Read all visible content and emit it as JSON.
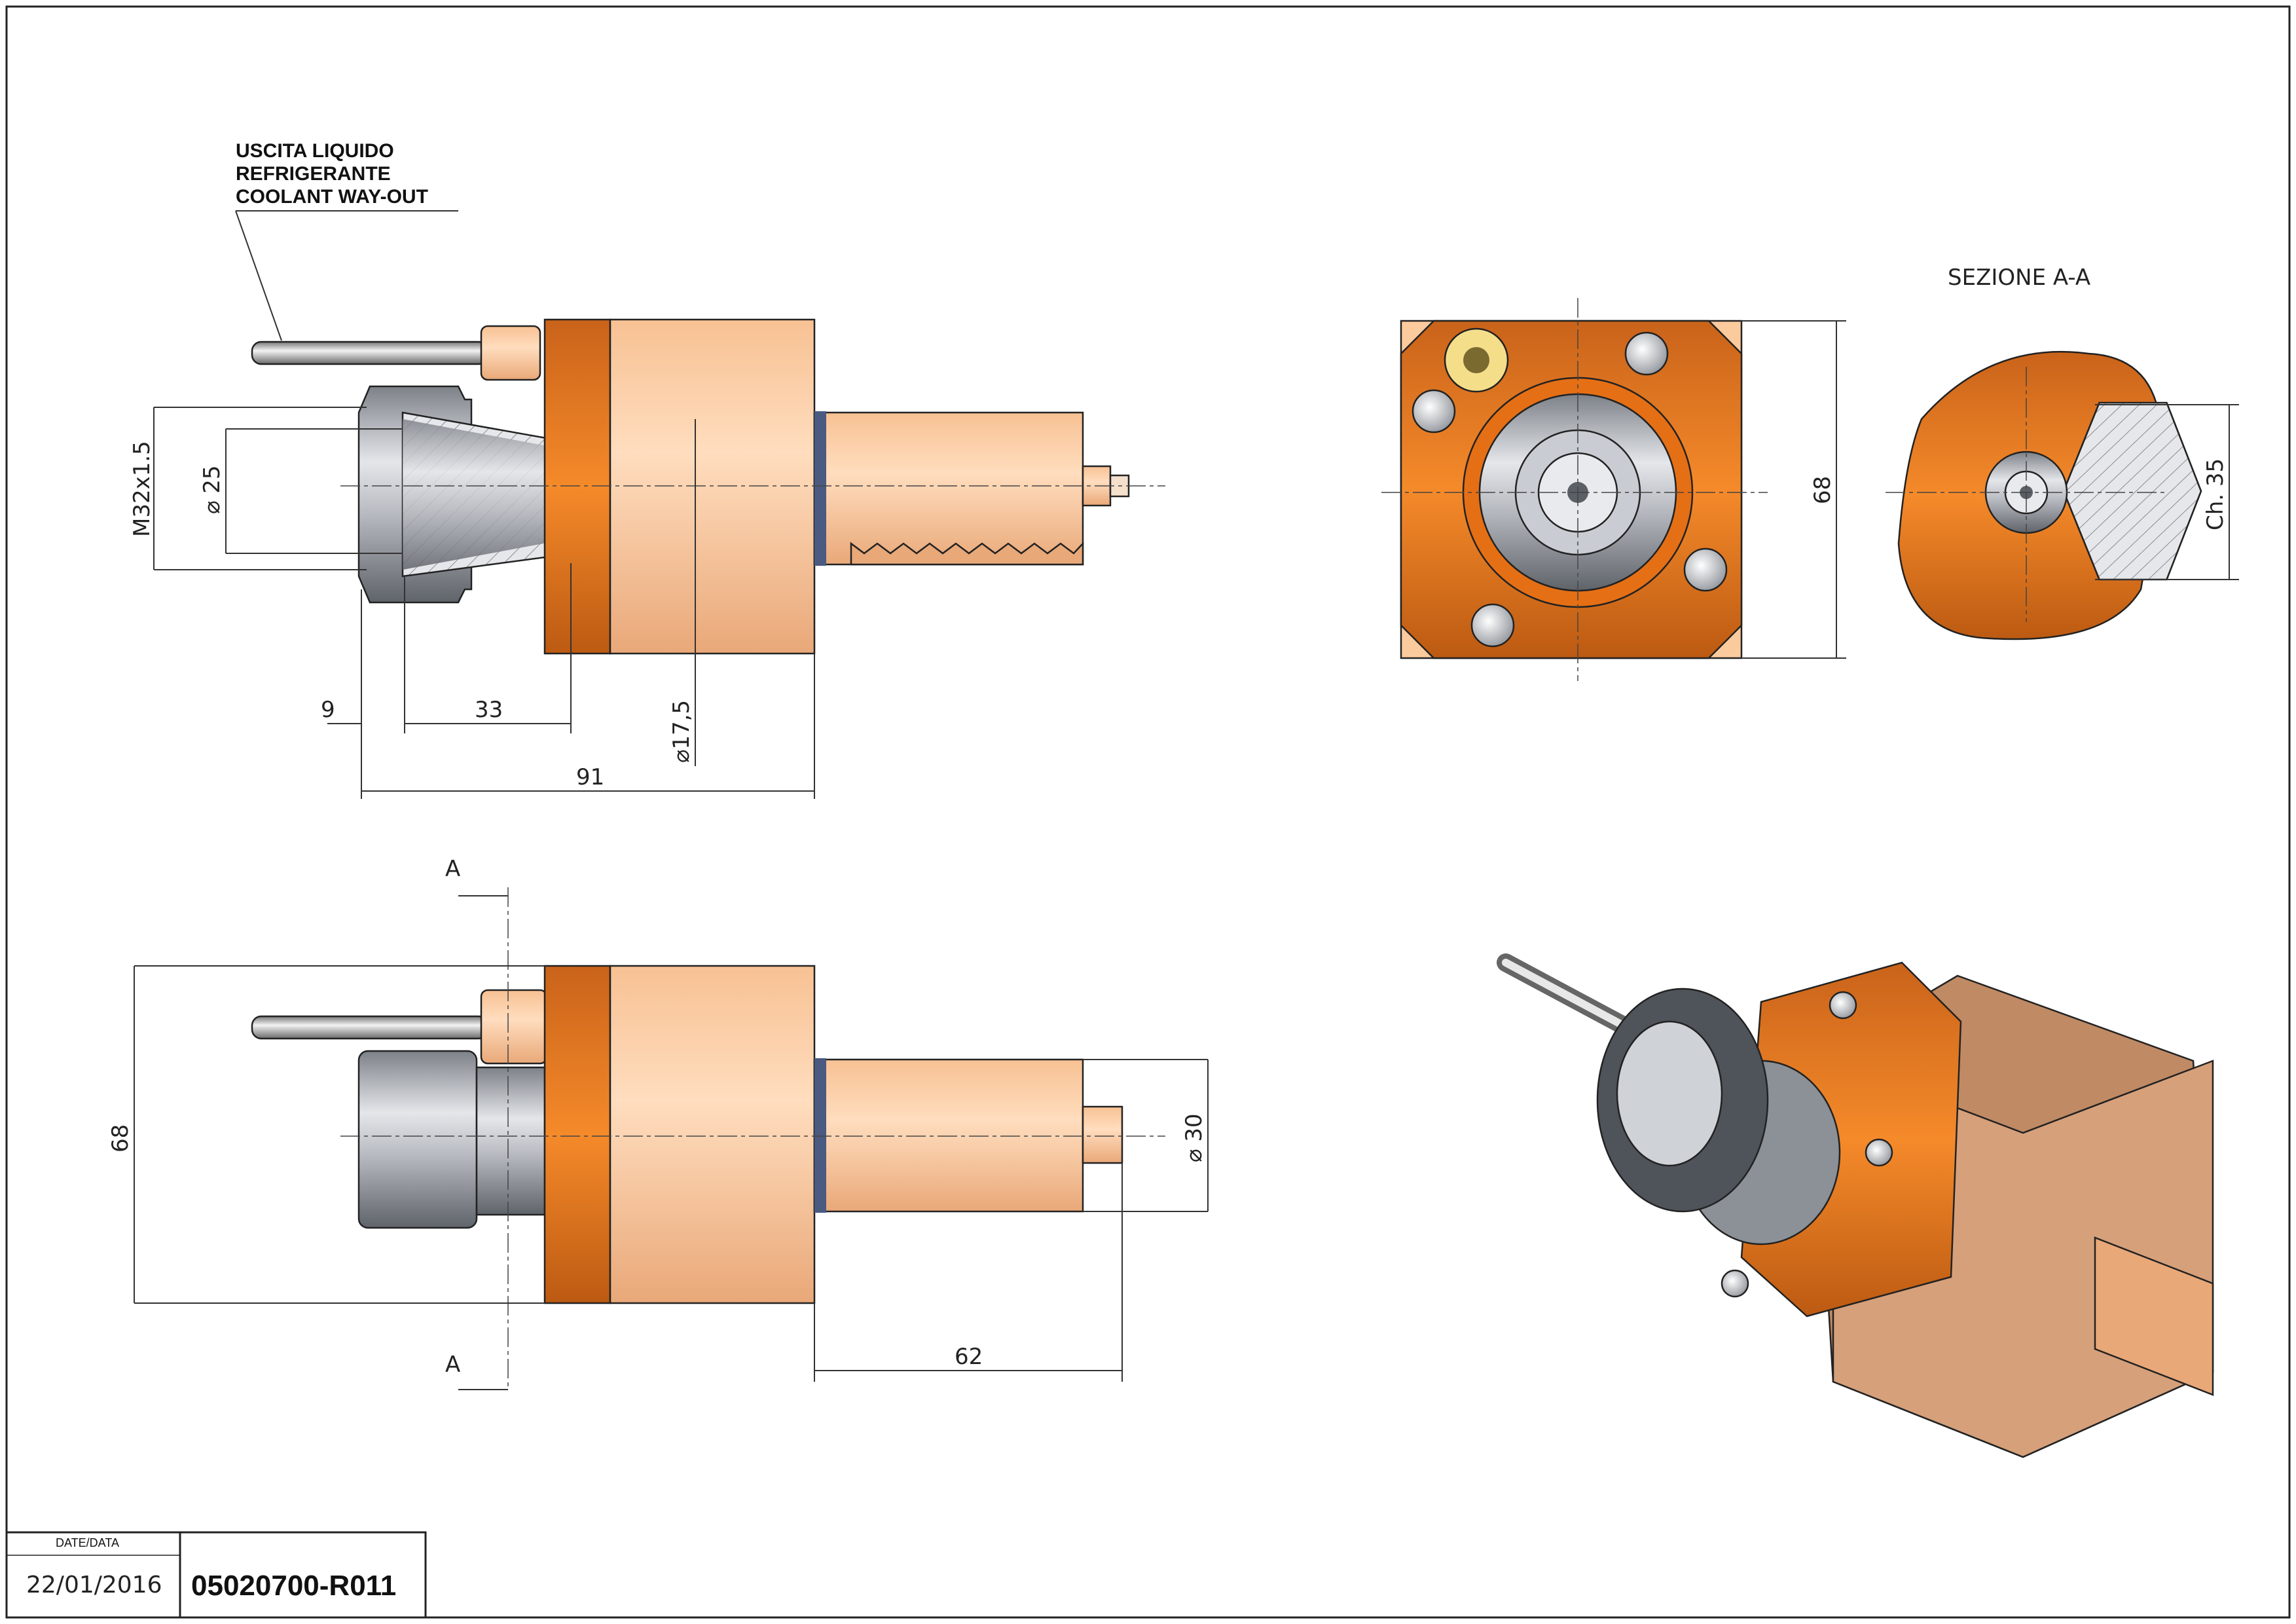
{
  "notes": {
    "coolant_line1": "USCITA LIQUIDO",
    "coolant_line2": "REFRIGERANTE",
    "coolant_line3": "COOLANT WAY-OUT",
    "section_title": "SEZIONE A-A",
    "section_marker": "A"
  },
  "dimensions": {
    "thread": "M32x1.5",
    "bore": "⌀ 25",
    "d9": "9",
    "d33": "33",
    "d91": "91",
    "d17": "⌀17,5",
    "d68_side": "68",
    "d68_front": "68",
    "chamfer": "Ch. 35",
    "d30": "⌀ 30",
    "d62": "62"
  },
  "title_block": {
    "date_label": "DATE/DATA",
    "date": "22/01/2016",
    "code": "05020700-R011"
  },
  "colors": {
    "orange": "#F07E1F",
    "orange_dark": "#B95A10",
    "peach": "#FBCB9E",
    "peach_dark": "#C9906A",
    "steel": "#9FA3AA",
    "steel_dark": "#5B5F66",
    "nut": "#6F737A"
  }
}
